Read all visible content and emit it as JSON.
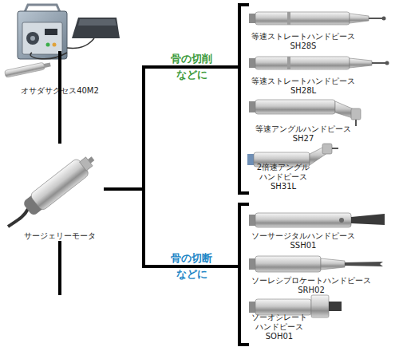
{
  "diagram": {
    "nodes": [
      {
        "text": [
          "オサダサクセス40M2"
        ]
      },
      {
        "text": [
          "サージェリーモータ"
        ]
      },
      {
        "text": [
          "等速ストレートハンドピース",
          "SH28S"
        ]
      },
      {
        "text": [
          "等速ストレートハンドピース",
          "SH28L"
        ]
      },
      {
        "text": [
          "等速アングルハンドピース",
          "SH27"
        ]
      },
      {
        "text": [
          "2倍速アングル ハンドピース",
          "SH31L"
        ]
      },
      {
        "text": [
          "ソーサージタルハンドピース",
          "SSH01"
        ]
      },
      {
        "text": [
          "ソーレシプロケートハンドピース",
          "SRH02"
        ]
      },
      {
        "text": [
          "ソーオシレート ハンドピース",
          "SOH01"
        ]
      }
    ],
    "edges": [
      {
        "from": 0,
        "to": 1,
        "arrow": "none"
      },
      {
        "from": 1,
        "to": 2,
        "arrow": "none"
      },
      {
        "from": 1,
        "to": 3,
        "arrow": "none"
      },
      {
        "from": 1,
        "to": 4,
        "arrow": "none"
      },
      {
        "from": 1,
        "to": 5,
        "arrow": "none"
      },
      {
        "from": 1,
        "to": 6,
        "arrow": "none"
      },
      {
        "from": 1,
        "to": 7,
        "arrow": "none"
      },
      {
        "from": 1,
        "to": 8,
        "arrow": "none"
      }
    ],
    "labels": [
      "骨の切削 などに",
      "骨の切断 などに"
    ]
  }
}
